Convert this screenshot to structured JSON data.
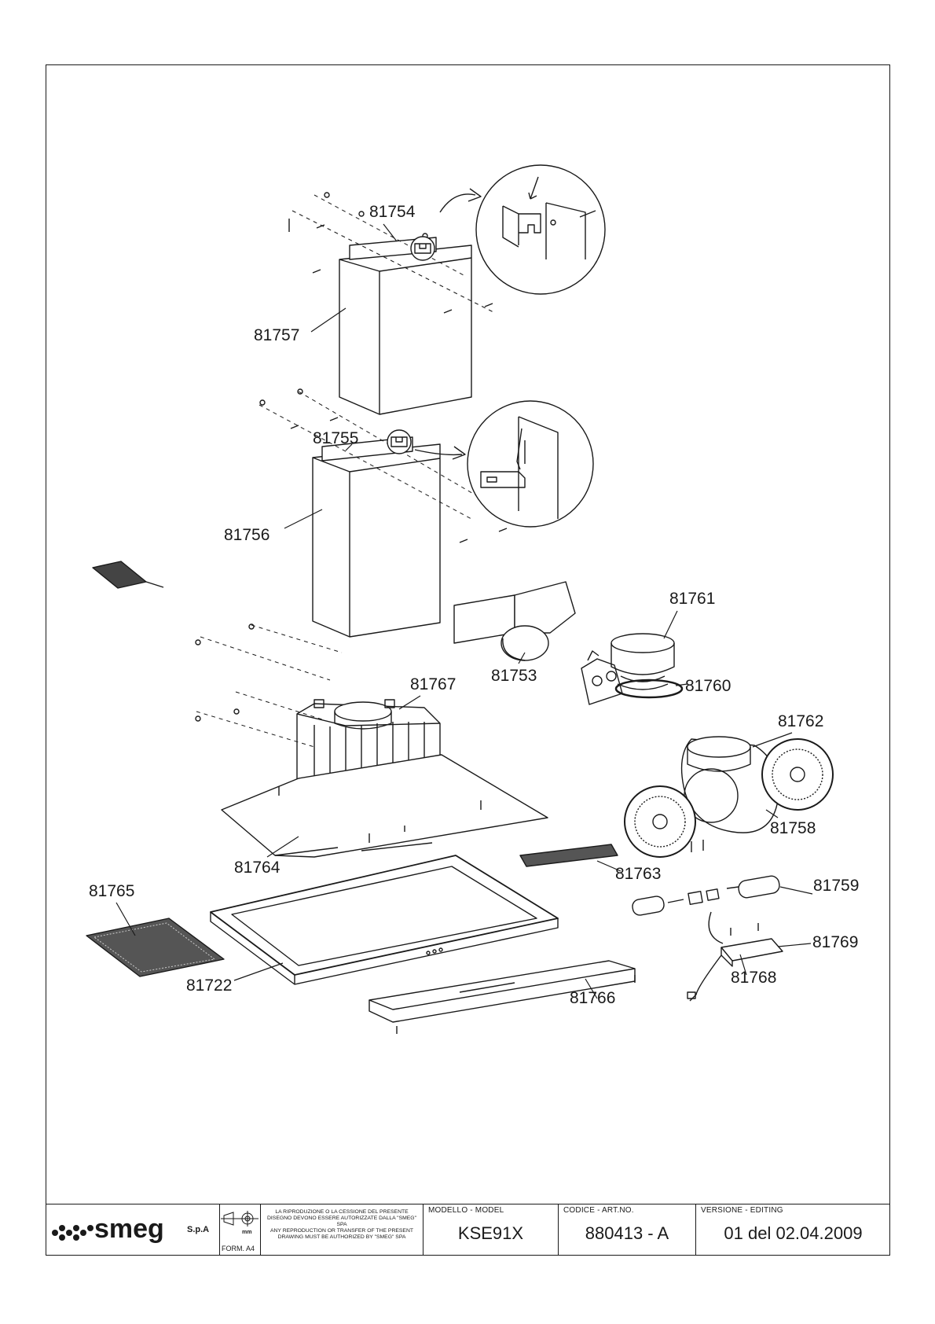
{
  "parts": {
    "p81754": "81754",
    "p81757": "81757",
    "p81755": "81755",
    "p81756": "81756",
    "p81761": "81761",
    "p81753": "81753",
    "p81767": "81767",
    "p81760": "81760",
    "p81762": "81762",
    "p81758": "81758",
    "p81764": "81764",
    "p81763": "81763",
    "p81765": "81765",
    "p81759": "81759",
    "p81769": "81769",
    "p81722": "81722",
    "p81768": "81768",
    "p81766": "81766"
  },
  "title_block": {
    "brand": "smeg",
    "company_suffix": "S.p.A",
    "scale_unit": "mm",
    "form": "FORM. A4",
    "notice_it": "LA RIPRODUZIONE O LA CESSIONE DEL PRESENTE DISEGNO DEVONO ESSERE AUTORIZZATE DALLA \"SMEG\" SPA",
    "notice_en": "ANY REPRODUCTION OR TRANSFER OF THE PRESENT DRAWING MUST BE AUTHORIZED BY \"SMEG\" SPA",
    "model_caption": "MODELLO - MODEL",
    "model": "KSE91X",
    "code_caption": "CODICE - ART.NO.",
    "code": "880413 - A",
    "version_caption": "VERSIONE - EDITING",
    "version": "01 del 02.04.2009"
  }
}
